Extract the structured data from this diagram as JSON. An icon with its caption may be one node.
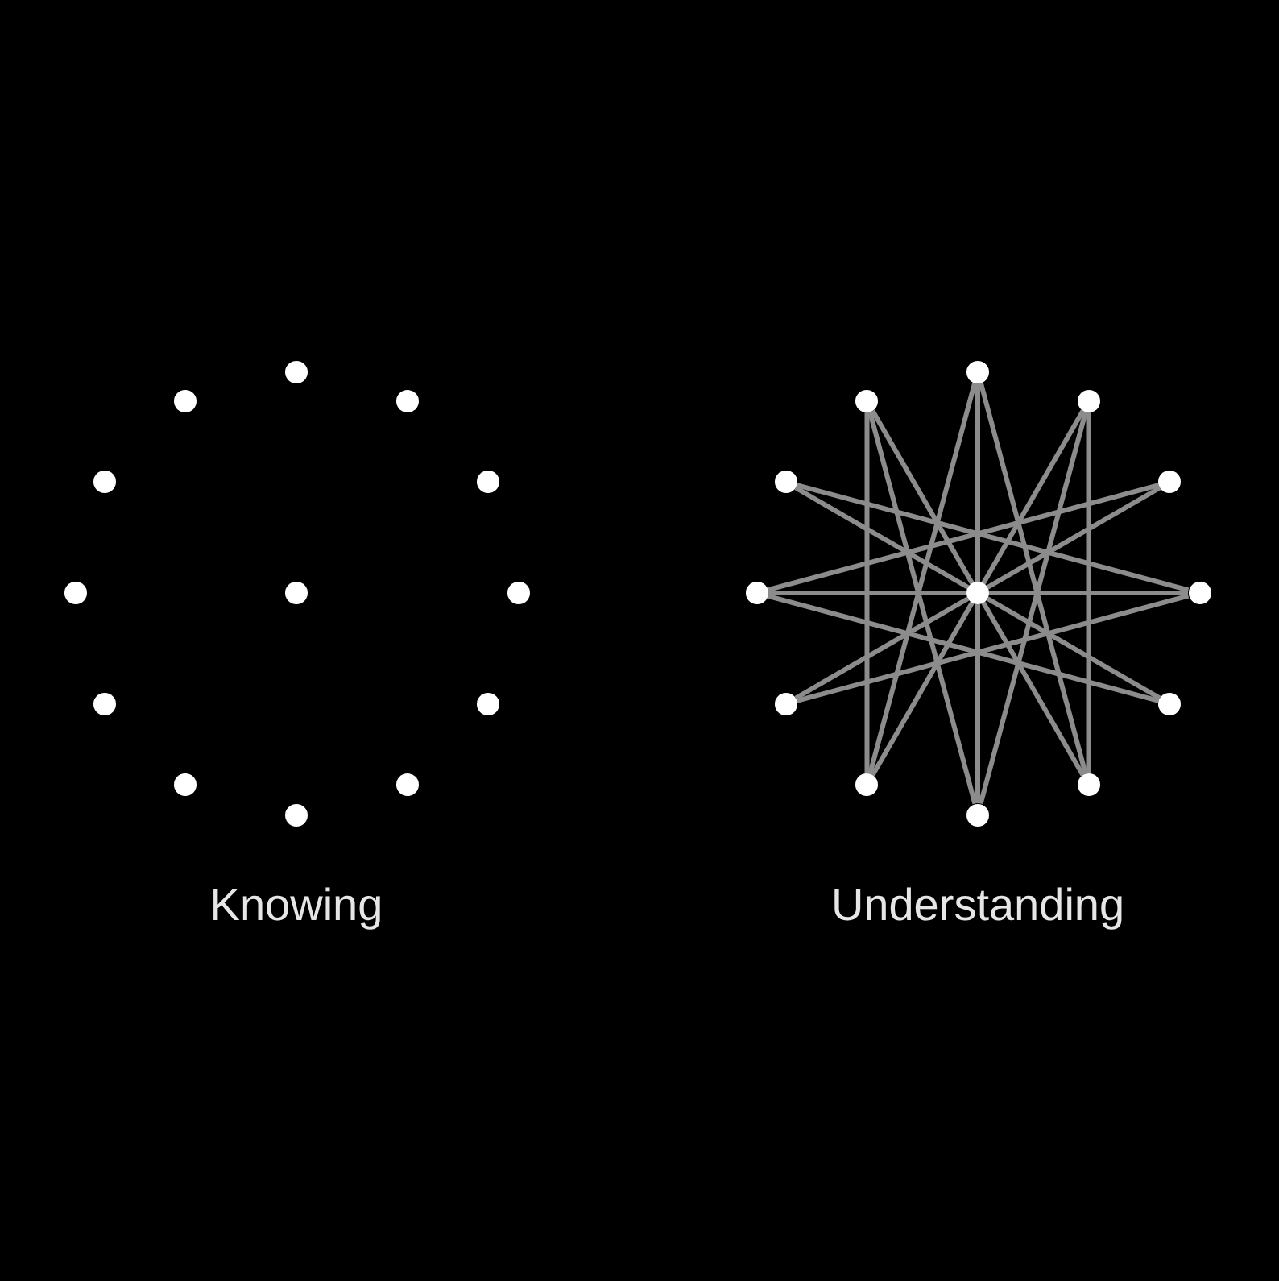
{
  "diagram": {
    "nodes": [
      {
        "text": [],
        "shape": "circle"
      },
      {
        "text": [],
        "shape": "circle"
      },
      {
        "text": [],
        "shape": "circle"
      },
      {
        "text": [],
        "shape": "circle"
      },
      {
        "text": [],
        "shape": "circle"
      },
      {
        "text": [],
        "shape": "circle"
      },
      {
        "text": [],
        "shape": "circle"
      },
      {
        "text": [],
        "shape": "circle"
      },
      {
        "text": [],
        "shape": "circle"
      },
      {
        "text": [],
        "shape": "circle"
      },
      {
        "text": [],
        "shape": "circle"
      },
      {
        "text": [],
        "shape": "circle"
      },
      {
        "text": [],
        "shape": "circle"
      },
      {
        "text": [],
        "shape": "circle"
      },
      {
        "text": [],
        "shape": "circle"
      },
      {
        "text": [],
        "shape": "circle"
      },
      {
        "text": [],
        "shape": "circle"
      },
      {
        "text": [],
        "shape": "circle"
      },
      {
        "text": [],
        "shape": "circle"
      },
      {
        "text": [],
        "shape": "circle"
      },
      {
        "text": [],
        "shape": "circle"
      },
      {
        "text": [],
        "shape": "circle"
      },
      {
        "text": [],
        "shape": "circle"
      },
      {
        "text": [],
        "shape": "circle"
      },
      {
        "text": [],
        "shape": "circle"
      },
      {
        "text": [],
        "shape": "circle"
      }
    ],
    "edges": [
      {
        "from": 19,
        "to": 13,
        "arrow": "none"
      },
      {
        "from": 19,
        "to": 14,
        "arrow": "none"
      },
      {
        "from": 19,
        "to": 15,
        "arrow": "none"
      },
      {
        "from": 19,
        "to": 16,
        "arrow": "none"
      },
      {
        "from": 19,
        "to": 17,
        "arrow": "none"
      },
      {
        "from": 19,
        "to": 18,
        "arrow": "none"
      },
      {
        "from": 19,
        "to": 20,
        "arrow": "none"
      },
      {
        "from": 19,
        "to": 21,
        "arrow": "none"
      },
      {
        "from": 19,
        "to": 22,
        "arrow": "none"
      },
      {
        "from": 19,
        "to": 23,
        "arrow": "none"
      },
      {
        "from": 19,
        "to": 24,
        "arrow": "none"
      },
      {
        "from": 19,
        "to": 25,
        "arrow": "none"
      },
      {
        "from": 13,
        "to": 24,
        "arrow": "none"
      },
      {
        "from": 13,
        "to": 23,
        "arrow": "none"
      },
      {
        "from": 14,
        "to": 25,
        "arrow": "none"
      },
      {
        "from": 14,
        "to": 23,
        "arrow": "none"
      },
      {
        "from": 15,
        "to": 25,
        "arrow": "none"
      },
      {
        "from": 15,
        "to": 24,
        "arrow": "none"
      },
      {
        "from": 16,
        "to": 20,
        "arrow": "none"
      },
      {
        "from": 18,
        "to": 17,
        "arrow": "none"
      },
      {
        "from": 18,
        "to": 22,
        "arrow": "none"
      },
      {
        "from": 21,
        "to": 20,
        "arrow": "none"
      }
    ],
    "labels": [
      "Knowing",
      "Understanding"
    ]
  }
}
